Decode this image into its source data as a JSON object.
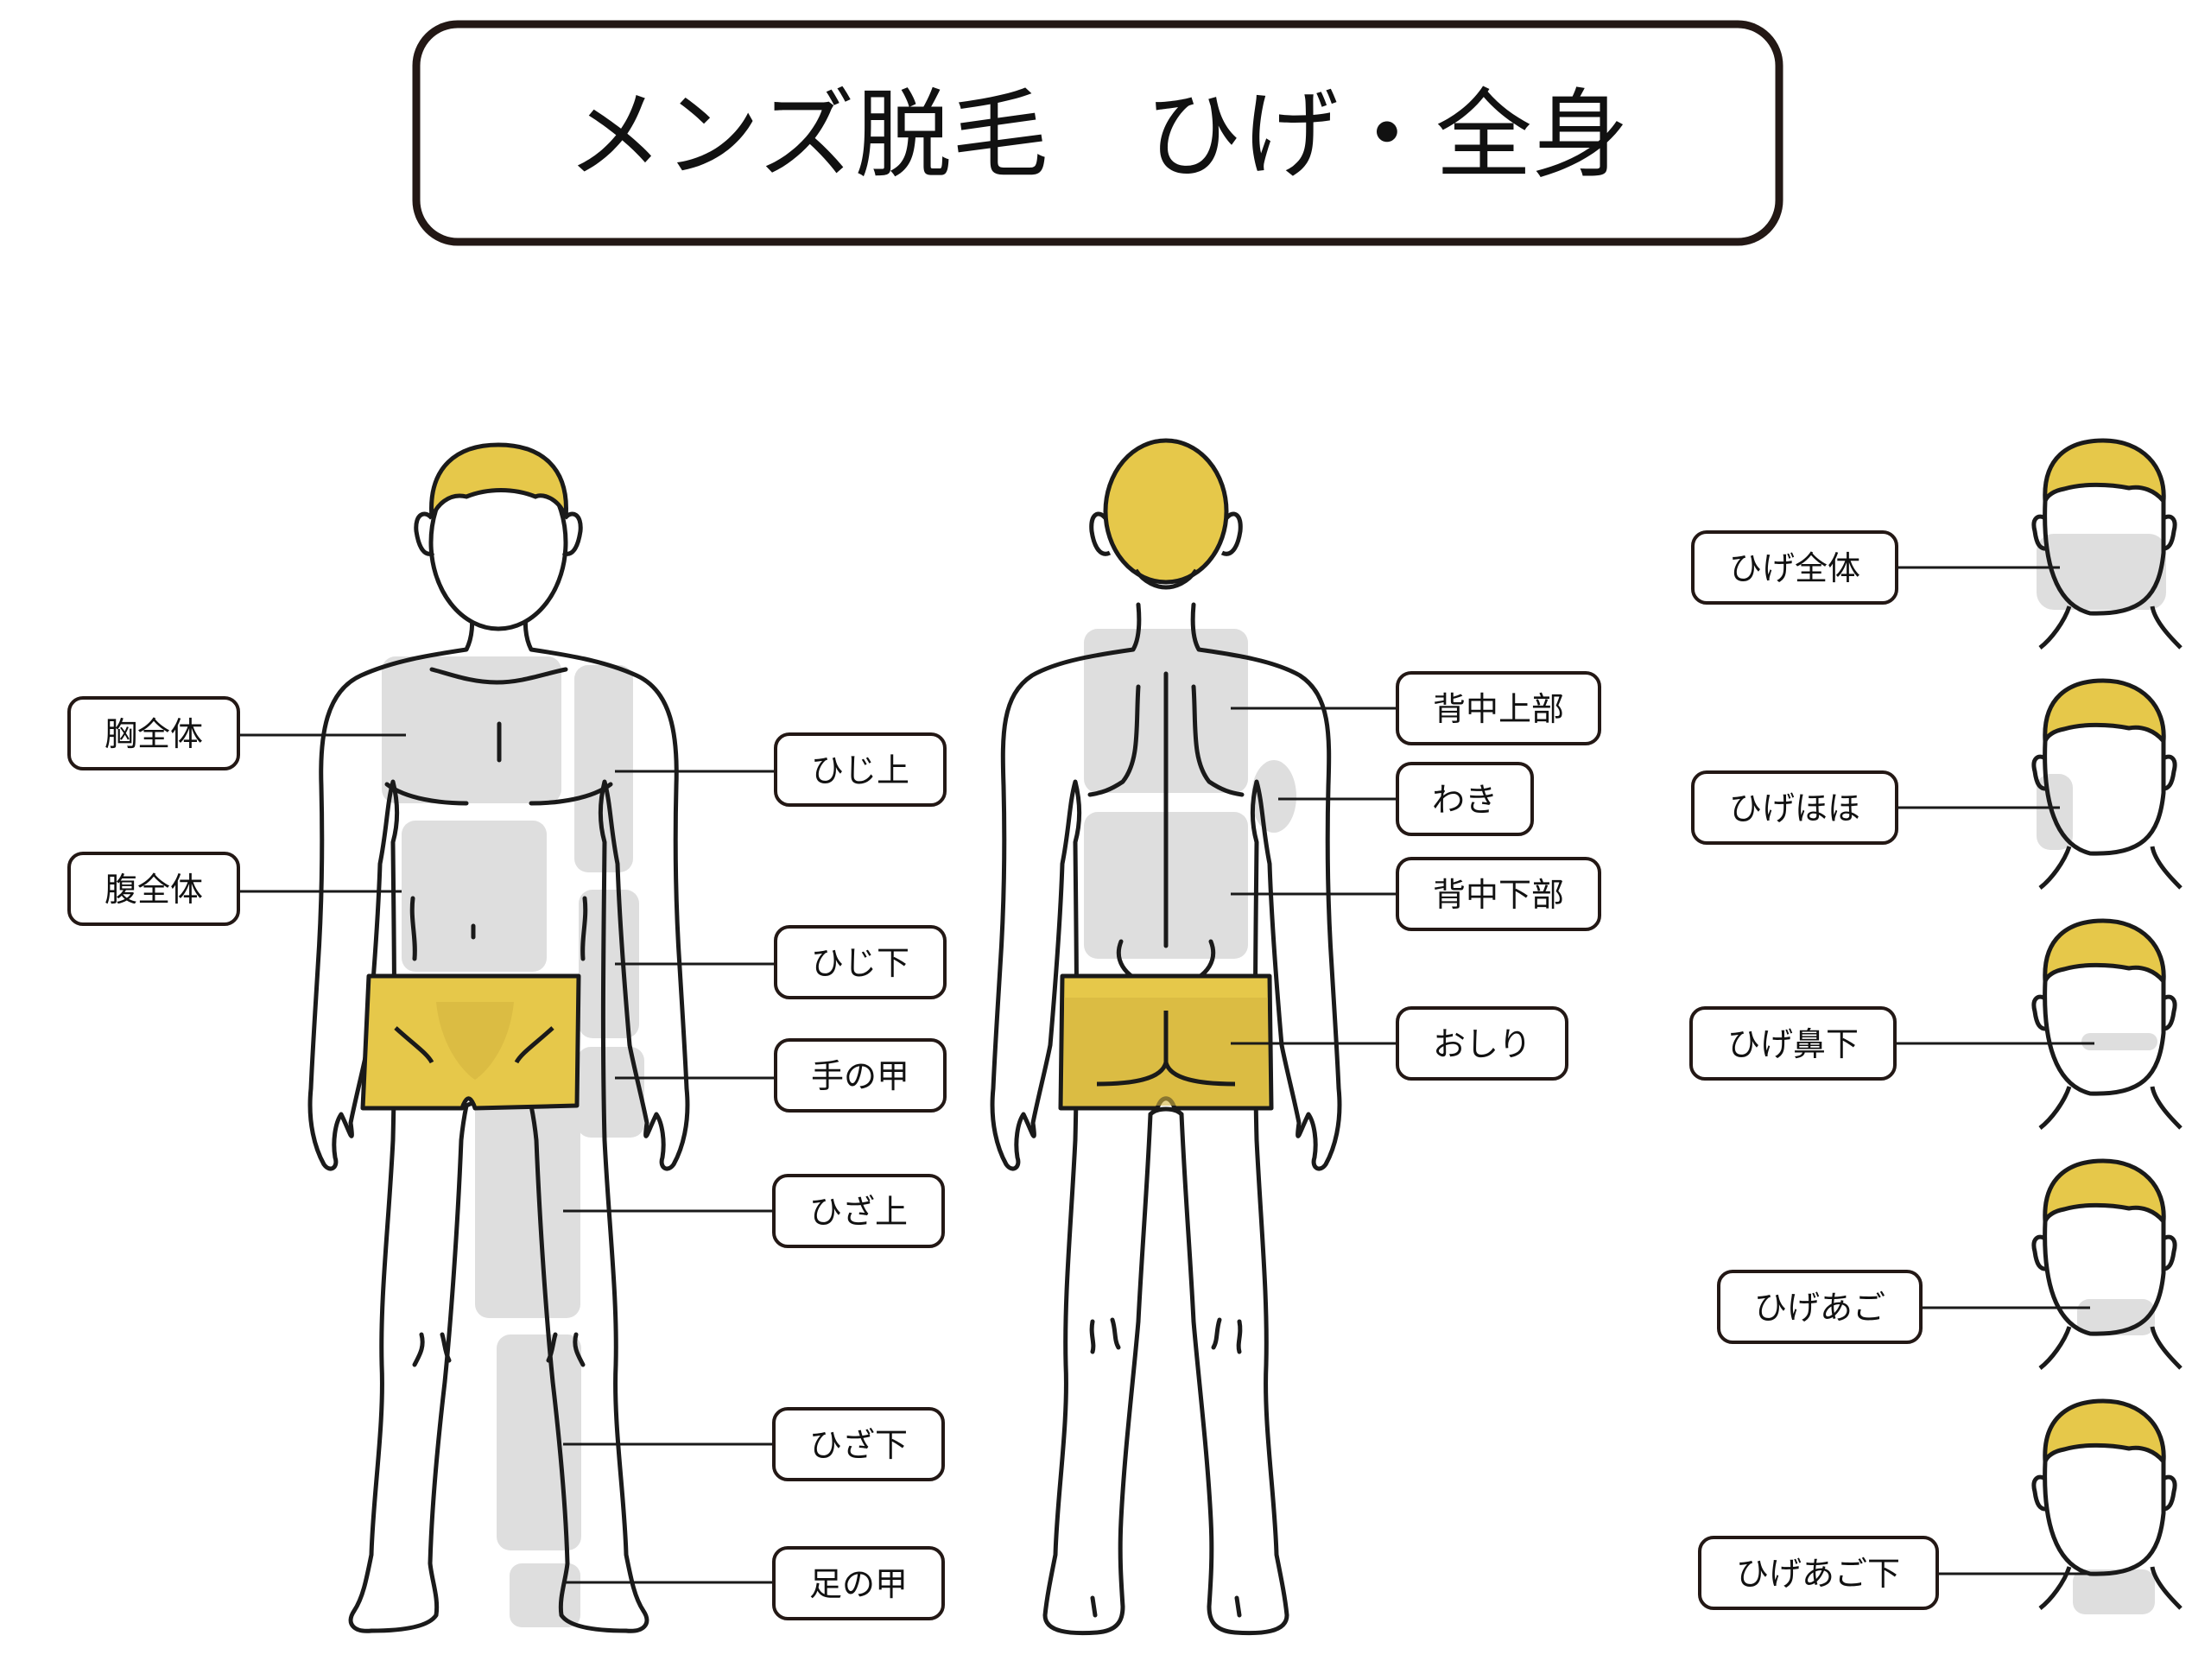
{
  "title": "メンズ脱毛　ひげ・全身",
  "colors": {
    "outline": "#1a1a1a",
    "hair": "#e6c84a",
    "underwear": "#e6c84a",
    "underwear_back": "#d4b440",
    "highlight": "#dedede",
    "background": "#ffffff"
  },
  "front_labels": {
    "chest": "胸全体",
    "abdomen": "腹全体",
    "upper_arm": "ひじ上",
    "forearm": "ひじ下",
    "hand": "手の甲",
    "thigh": "ひざ上",
    "shin": "ひざ下",
    "foot": "足の甲"
  },
  "back_labels": {
    "upper_back": "背中上部",
    "armpit": "わき",
    "lower_back": "背中下部",
    "buttocks": "おしり"
  },
  "face_labels": {
    "full_beard": "ひげ全体",
    "cheek": "ひげほほ",
    "under_nose": "ひげ鼻下",
    "chin": "ひげあご",
    "under_chin": "ひげあご下"
  }
}
